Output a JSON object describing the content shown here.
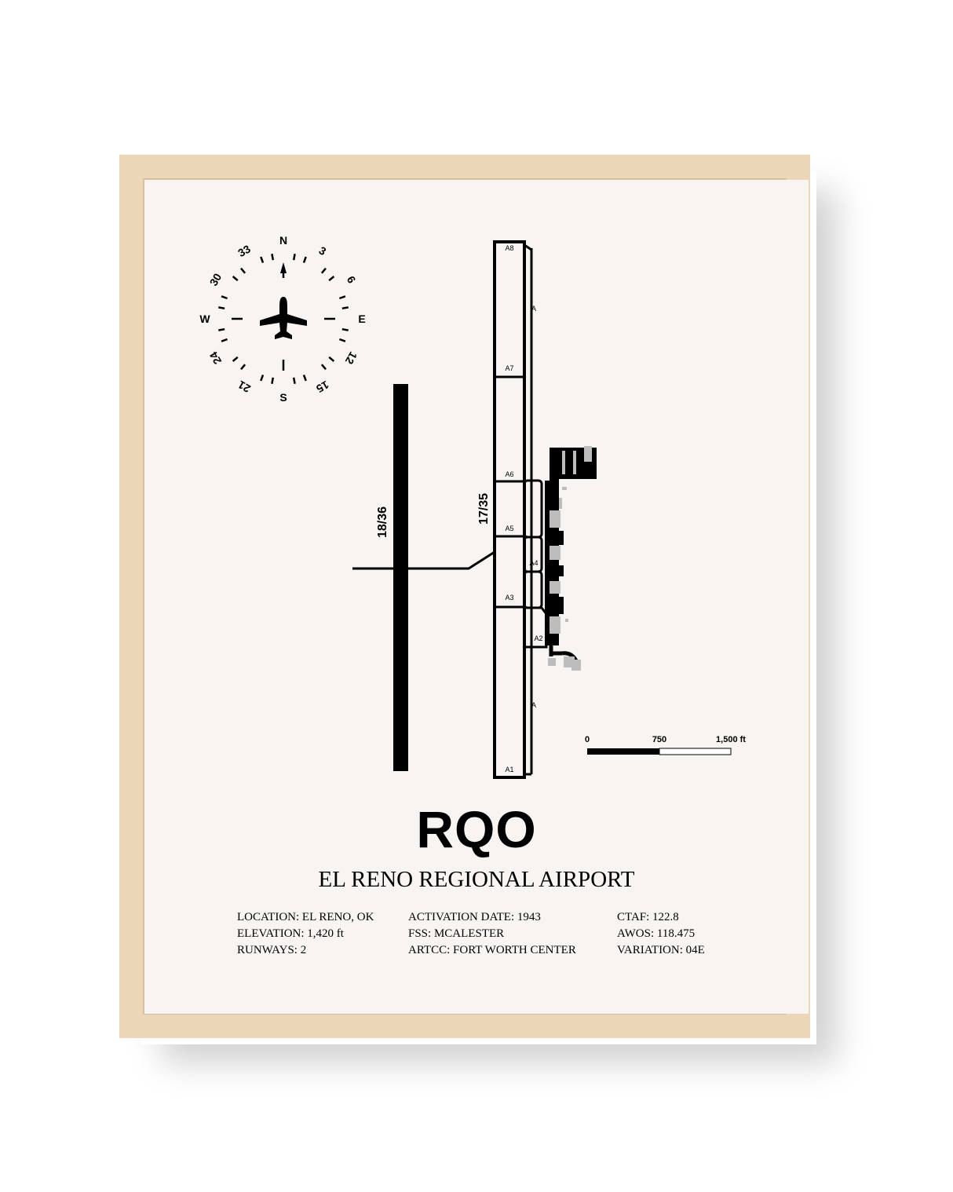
{
  "poster": {
    "code": "RQO",
    "airport_name": "EL RENO REGIONAL AIRPORT",
    "info_columns": [
      [
        "LOCATION: EL RENO, OK",
        "ELEVATION: 1,420 ft",
        "RUNWAYS: 2"
      ],
      [
        "ACTIVATION DATE: 1943",
        "FSS: MCALESTER",
        "ARTCC: FORT WORTH CENTER"
      ],
      [
        "CTAF: 122.8",
        "AWOS: 118.475",
        "VARIATION: 04E"
      ]
    ]
  },
  "compass": {
    "labels": [
      "N",
      "3",
      "6",
      "E",
      "12",
      "15",
      "S",
      "21",
      "24",
      "W",
      "30",
      "33"
    ],
    "icon": "airplane-icon"
  },
  "diagram": {
    "runways": [
      "18/36",
      "17/35"
    ],
    "taxiway_labels": [
      "A8",
      "A7",
      "A6",
      "A5",
      "A4",
      "A3",
      "A2",
      "A1",
      "A",
      "A"
    ]
  },
  "scale_bar": {
    "labels": [
      "0",
      "750",
      "1,500 ft"
    ]
  },
  "colors": {
    "frame": "#ecd6b8",
    "paper": "#f8f4f1",
    "ink": "#000000",
    "apron_gray": "#bdbdbd"
  }
}
